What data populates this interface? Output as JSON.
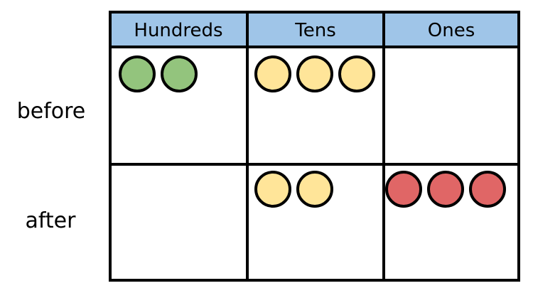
{
  "columns": [
    "Hundreds",
    "Tens",
    "Ones"
  ],
  "rows": [
    {
      "label": "before",
      "counts": [
        2,
        3,
        0
      ]
    },
    {
      "label": "after",
      "counts": [
        0,
        2,
        3
      ]
    }
  ],
  "colors": {
    "header": "#9fc5e8",
    "hundreds": "#93c47d",
    "tens": "#ffe599",
    "ones": "#e06666",
    "border": "#000000"
  }
}
